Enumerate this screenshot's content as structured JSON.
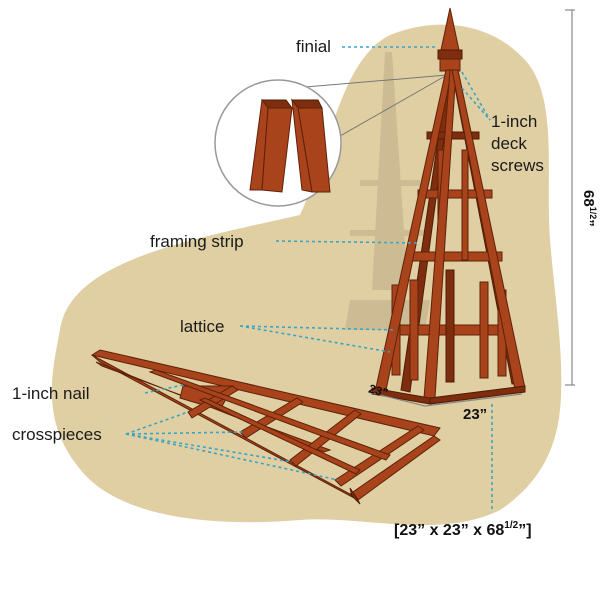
{
  "colors": {
    "background": "#ffffff",
    "blob": "#e0cfa2",
    "wood": "#a8431b",
    "wood_dark": "#7e2d0e",
    "leader": "#3aa5c7",
    "dimension_line": "#888888"
  },
  "labels": {
    "finial": "finial",
    "deck_screws_line1": "1-inch",
    "deck_screws_line2": "deck",
    "deck_screws_line3": "screws",
    "framing_strip": "framing strip",
    "lattice": "lattice",
    "nail": "1-inch nail",
    "crosspieces": "crosspieces"
  },
  "dimensions": {
    "height_main": "68",
    "height_frac": "1/2",
    "height_quote": "”",
    "base_side_left": "23”",
    "base_side_right": "23”",
    "overall_prefix": "[23” x 23” x 68",
    "overall_frac": "1/2",
    "overall_suffix": "”]"
  }
}
